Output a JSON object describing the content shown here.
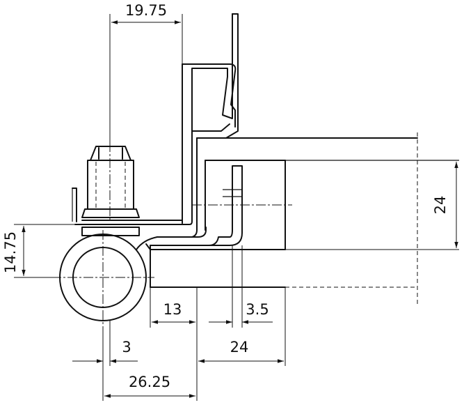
{
  "dimensions": {
    "top_width": "19.75",
    "height_right": "24",
    "height_left": "14.75",
    "span_13": "13",
    "span_3_5": "3.5",
    "span_3": "3",
    "span_24": "24",
    "span_26_25": "26.25"
  }
}
